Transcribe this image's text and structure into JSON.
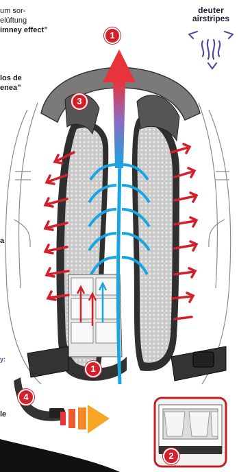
{
  "text": {
    "line1": "um sor-",
    "line2": "elüftung",
    "line3": "imney effect”",
    "line4": "los de",
    "line5": "enea”",
    "side_a": "a",
    "side_y": "y:",
    "side_le": "le"
  },
  "brand": {
    "line1": "deuter",
    "line2": "airstripes"
  },
  "markers": {
    "m1_top": "1",
    "m1_bottom": "1",
    "m2": "2",
    "m3": "3",
    "m4": "4"
  },
  "colors": {
    "accent_red": "#d4202a",
    "airflow_blue": "#1aa5e0",
    "padding_grey": "#bfbfbf",
    "strap_dark": "#3a3a3a",
    "brand_purple": "#5a4a9a"
  }
}
